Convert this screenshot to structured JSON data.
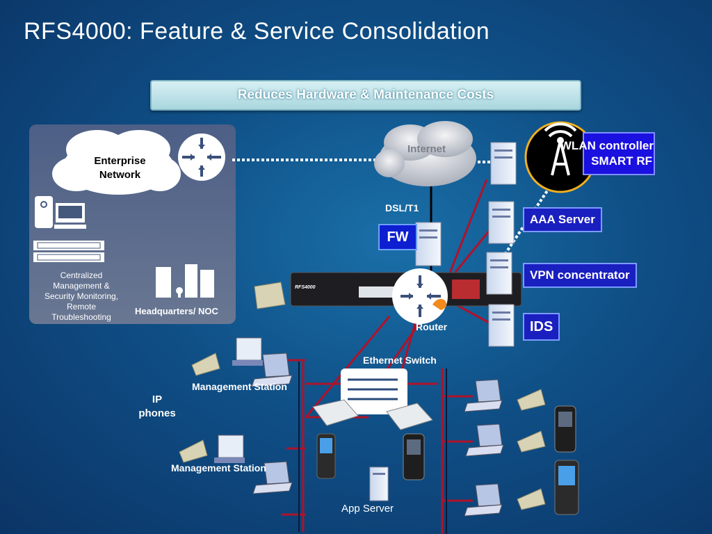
{
  "title": "RFS4000: Feature & Service Consolidation",
  "banner": "Reduces Hardware & Maintenance Costs",
  "hq": {
    "cloud_label_1": "Enterprise",
    "cloud_label_2": "Network",
    "monitoring_text": [
      "Centralized",
      "Management &",
      "Security Monitoring,",
      "Remote",
      "Troubleshooting"
    ],
    "noc_label": "Headquarters/ NOC"
  },
  "internet_label": "Internet",
  "dsl_label": "DSL/T1",
  "fw_label": "FW",
  "router_label": "Router",
  "device_series": "RFS4000",
  "wlan_controller_label": "WLAN controller",
  "smart_rf_label": "SMART RF",
  "aaa_label": "AAA Server",
  "vpn_label": "VPN concentrator",
  "ids_label": "IDS",
  "ethernet_switch_label": "Ethernet Switch",
  "mgmt_station_label_1": "Management Station",
  "mgmt_station_label_2": "Management Station",
  "ip_phones_label": "IP phones",
  "app_server_label": "App Server",
  "colors": {
    "background": "#0f4f86",
    "cable_red": "#b0122a",
    "banner_fill": "#bfe3ea",
    "label_box": "#0d1fd0"
  }
}
